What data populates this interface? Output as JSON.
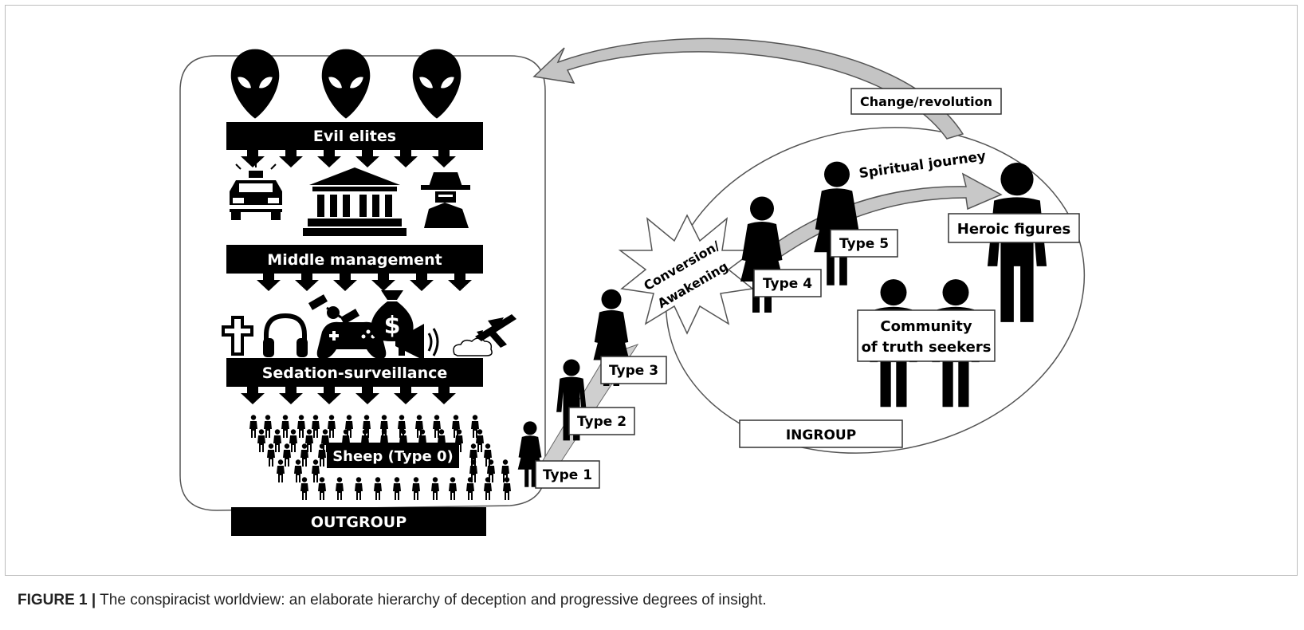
{
  "labels": {
    "evil_elites": "Evil elites",
    "middle_management": "Middle management",
    "sedation_surveillance": "Sedation-surveillance",
    "sheep": "Sheep (Type 0)",
    "outgroup": "OUTGROUP",
    "ingroup": "INGROUP",
    "change_revolution": "Change/revolution",
    "spiritual_journey": "Spiritual journey",
    "conversion_line1": "Conversion/",
    "conversion_line2": "Awakening",
    "heroic_figures": "Heroic figures",
    "community_line1": "Community",
    "community_line2": "of truth seekers",
    "type1": "Type 1",
    "type2": "Type 2",
    "type3": "Type 3",
    "type4": "Type 4",
    "type5": "Type 5",
    "dollar_sign": "$"
  },
  "caption": {
    "label": "FIGURE 1 |",
    "text": " The conspiracist worldview: an elaborate hierarchy of deception and progressive degrees of insight."
  },
  "icons": {
    "elites": [
      "alien-head-icon",
      "alien-head-icon",
      "alien-head-icon"
    ],
    "middle": [
      "police-car-icon",
      "government-building-icon",
      "spy-icon"
    ],
    "sedation": [
      "cross-icon",
      "headphones-icon",
      "satellite-icon",
      "game-controller-icon",
      "money-bag-icon",
      "megaphone-icon",
      "airplane-chemtrail-icon"
    ]
  },
  "colors": {
    "bar": "#000000",
    "arrow_fill": "#bcbcbc",
    "outline": "#555555"
  }
}
